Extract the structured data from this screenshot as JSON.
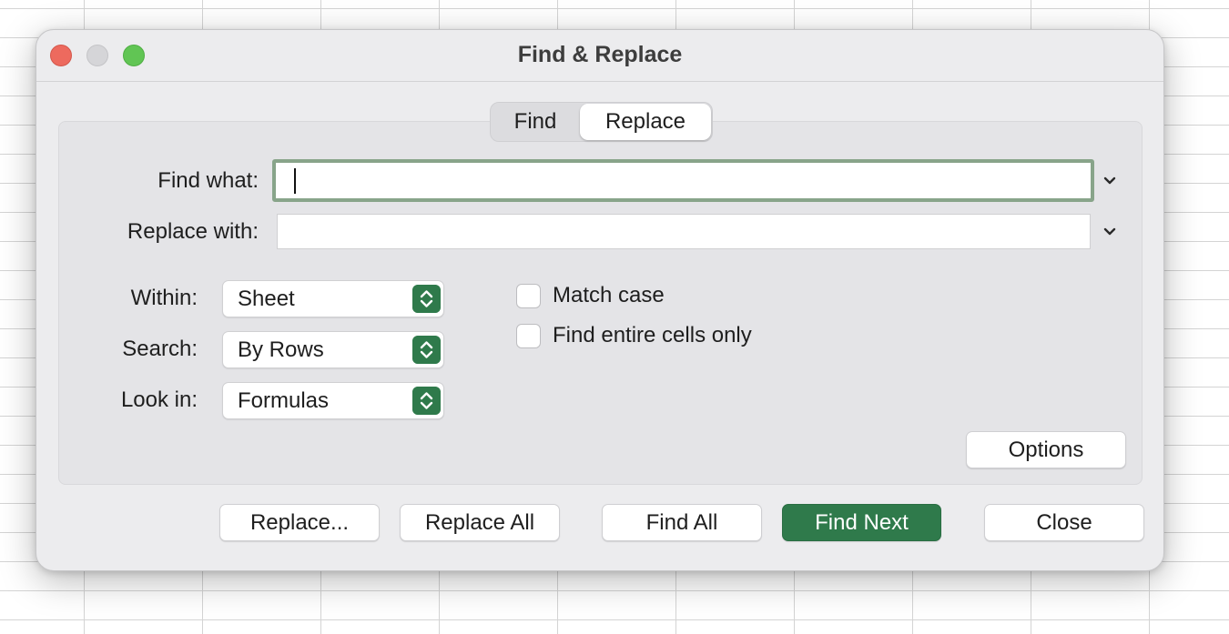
{
  "window": {
    "title": "Find & Replace"
  },
  "tabs": [
    {
      "label": "Find",
      "selected": false
    },
    {
      "label": "Replace",
      "selected": true
    }
  ],
  "find_field": {
    "label": "Find what:",
    "value": ""
  },
  "replace_field": {
    "label": "Replace with:",
    "value": ""
  },
  "within": {
    "label": "Within:",
    "value": "Sheet"
  },
  "search": {
    "label": "Search:",
    "value": "By Rows"
  },
  "look_in": {
    "label": "Look in:",
    "value": "Formulas"
  },
  "options": {
    "match_case": {
      "label": "Match case",
      "checked": false
    },
    "entire_cells": {
      "label": "Find entire cells only",
      "checked": false
    }
  },
  "buttons": {
    "options": "Options",
    "replace": "Replace...",
    "replace_all": "Replace All",
    "find_all": "Find All",
    "find_next": "Find Next",
    "close": "Close"
  },
  "colors": {
    "accent": "#2f7a4b",
    "focus_ring": "#88a48a",
    "close_light": "#ed6a5e",
    "zoom_light": "#61c554"
  },
  "icons": [
    "chevron-down-icon",
    "stepper-icon"
  ]
}
